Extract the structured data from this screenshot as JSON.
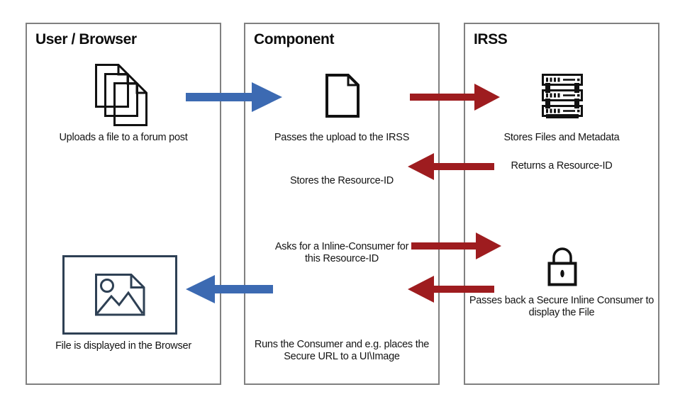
{
  "colors": {
    "arrow_blue": "#3c6ab2",
    "arrow_red": "#9e1c1f",
    "box_border": "#808080",
    "icon_ink": "#111111",
    "image_icon_ink": "#2e4054"
  },
  "columns": [
    {
      "title": "User / Browser"
    },
    {
      "title": "Component"
    },
    {
      "title": "IRSS"
    }
  ],
  "captions": {
    "uploads_file": "Uploads a file to a forum post",
    "file_displayed": "File is displayed in the Browser",
    "passes_upload": "Passes the upload to the IRSS",
    "stores_resource_id": "Stores the Resource-ID",
    "asks_inline_consumer": "Asks for a Inline-Consumer for\nthis Resource-ID",
    "runs_consumer": "Runs the Consumer and e.g. places the\nSecure URL to a UI\\Image",
    "stores_files": "Stores Files and Metadata",
    "returns_resource_id": "Returns a Resource-ID",
    "passes_back_consumer": "Passes back a Secure Inline Consumer to\ndisplay the File"
  },
  "icons": {
    "files_stack": "files-stack-icon",
    "document": "document-icon",
    "server": "server-rack-icon",
    "lock": "padlock-icon",
    "image_display": "image-placeholder-icon"
  },
  "arrows": [
    {
      "name": "user-upload-to-component",
      "direction": "right",
      "color": "#3c6ab2"
    },
    {
      "name": "component-upload-to-irss",
      "direction": "right",
      "color": "#9e1c1f"
    },
    {
      "name": "irss-returns-resource-id",
      "direction": "left",
      "color": "#9e1c1f"
    },
    {
      "name": "component-asks-inline-consumer",
      "direction": "right",
      "color": "#9e1c1f"
    },
    {
      "name": "irss-passes-back-consumer",
      "direction": "left",
      "color": "#9e1c1f"
    },
    {
      "name": "component-display-to-browser",
      "direction": "left",
      "color": "#3c6ab2"
    }
  ]
}
